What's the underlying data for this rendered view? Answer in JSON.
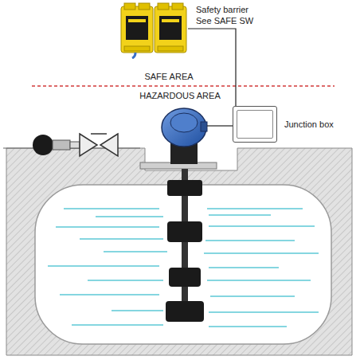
{
  "diagram": {
    "nodes": [
      {
        "text": [
          "Safety barrier",
          "See SAFE SW"
        ]
      },
      {
        "text": [
          "Junction box"
        ]
      }
    ],
    "edges": [
      {
        "from": 0,
        "to": 1,
        "arrow": "none"
      }
    ],
    "labels": [
      "SAFE AREA",
      "HAZARDOUS AREA"
    ]
  }
}
